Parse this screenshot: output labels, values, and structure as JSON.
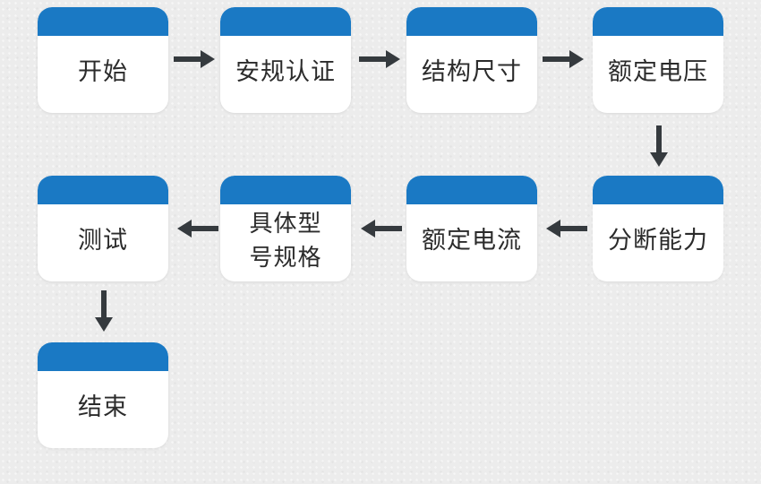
{
  "diagram": {
    "colors": {
      "cap": "#1a79c4",
      "card": "#ffffff",
      "arrow": "#353a3e",
      "text": "#2b2b2b"
    },
    "steps": [
      {
        "id": "start",
        "label": "开始"
      },
      {
        "id": "safety",
        "label": "安规认证"
      },
      {
        "id": "structure",
        "label": "结构尺寸"
      },
      {
        "id": "rated-voltage",
        "label": "额定电压"
      },
      {
        "id": "breaking",
        "label": "分断能力"
      },
      {
        "id": "rated-current",
        "label": "额定电流"
      },
      {
        "id": "model-spec",
        "label": "具体型\n号规格"
      },
      {
        "id": "test",
        "label": "测试"
      },
      {
        "id": "end",
        "label": "结束"
      }
    ]
  }
}
